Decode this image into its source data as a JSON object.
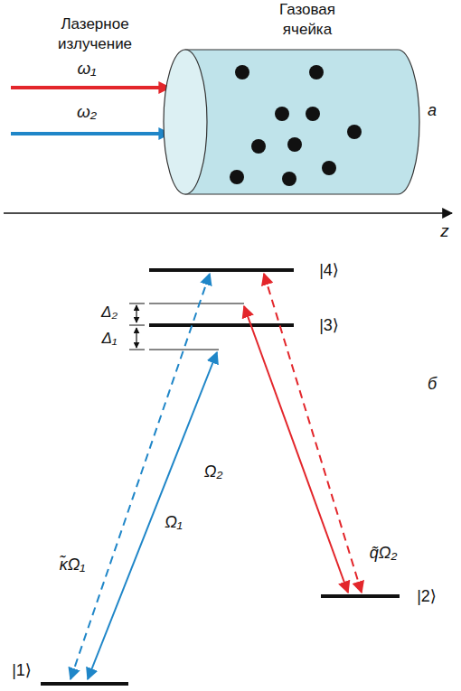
{
  "diagram": {
    "nodes": [
      {
        "text": [
          "Газовая ячейка"
        ]
      }
    ],
    "labels": [
      "Лазерное излучение",
      "ω₁",
      "ω₂",
      "a",
      "z",
      "|4⟩",
      "Δ₂",
      "|3⟩",
      "Δ₁",
      "б",
      "Ω₂",
      "κ̃Ω₁",
      "Ω₁",
      "q̃Ω₂",
      "|2⟩",
      "|1⟩"
    ]
  }
}
